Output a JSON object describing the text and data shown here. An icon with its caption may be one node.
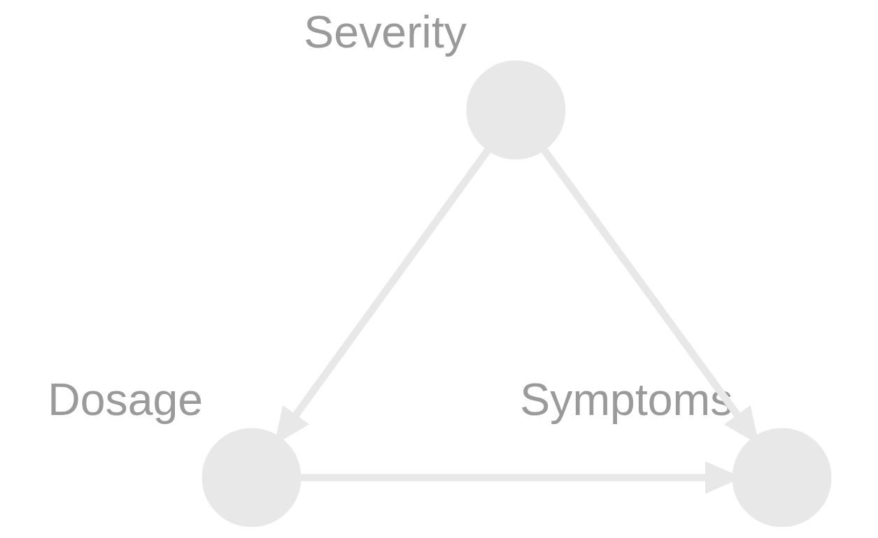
{
  "diagram": {
    "nodes": [
      {
        "text": [],
        "shape": "circle",
        "beside": [
          "Severity"
        ]
      },
      {
        "text": [],
        "shape": "circle",
        "beside": [
          "Dosage"
        ]
      },
      {
        "text": [],
        "shape": "circle",
        "beside": [
          "Symptoms"
        ]
      }
    ],
    "edges": [
      {
        "from": 0,
        "to": 1,
        "arrow": "to"
      },
      {
        "from": 0,
        "to": 2,
        "arrow": "to"
      },
      {
        "from": 1,
        "to": 2,
        "arrow": "to"
      }
    ]
  }
}
